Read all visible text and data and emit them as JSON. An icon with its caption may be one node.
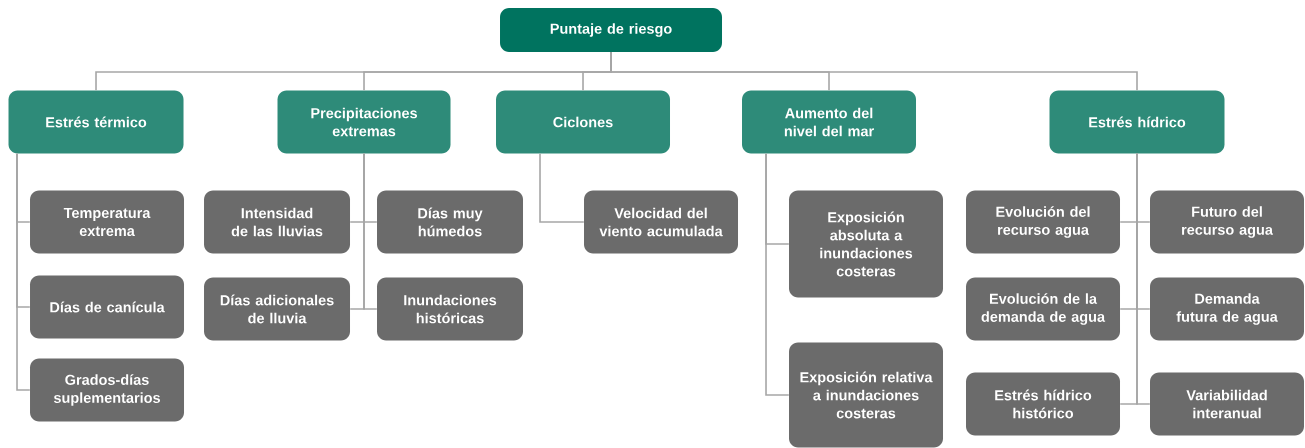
{
  "diagram": {
    "nodes": [
      {
        "text": [
          "Puntaje de riesgo"
        ]
      },
      {
        "text": [
          "Estrés térmico"
        ]
      },
      {
        "text": [
          "Precipitaciones extremas"
        ]
      },
      {
        "text": [
          "Ciclones"
        ]
      },
      {
        "text": [
          "Aumento del nivel del mar"
        ]
      },
      {
        "text": [
          "Estrés hídrico"
        ]
      },
      {
        "text": [
          "Temperatura extrema"
        ]
      },
      {
        "text": [
          "Días de canícula"
        ]
      },
      {
        "text": [
          "Grados-días suplementarios"
        ]
      },
      {
        "text": [
          "Intensidad de las lluvias"
        ]
      },
      {
        "text": [
          "Días muy húmedos"
        ]
      },
      {
        "text": [
          "Días adicionales de lluvia"
        ]
      },
      {
        "text": [
          "Inundaciones históricas"
        ]
      },
      {
        "text": [
          "Velocidad del viento acumulada"
        ]
      },
      {
        "text": [
          "Exposición absoluta a inundaciones costeras"
        ]
      },
      {
        "text": [
          "Exposición relativa a inundaciones costeras"
        ]
      },
      {
        "text": [
          "Evolución del recurso agua"
        ]
      },
      {
        "text": [
          "Futuro del recurso agua"
        ]
      },
      {
        "text": [
          "Evolución de la demanda de agua"
        ]
      },
      {
        "text": [
          "Demanda futura de agua"
        ]
      },
      {
        "text": [
          "Estrés hídrico histórico"
        ]
      },
      {
        "text": [
          "Variabilidad interanual"
        ]
      }
    ],
    "edges": [
      {
        "from": 0,
        "to": 1,
        "arrow": "none"
      },
      {
        "from": 0,
        "to": 2,
        "arrow": "none"
      },
      {
        "from": 0,
        "to": 3,
        "arrow": "none"
      },
      {
        "from": 0,
        "to": 4,
        "arrow": "none"
      },
      {
        "from": 0,
        "to": 5,
        "arrow": "none"
      },
      {
        "from": 1,
        "to": 6,
        "arrow": "none"
      },
      {
        "from": 1,
        "to": 7,
        "arrow": "none"
      },
      {
        "from": 1,
        "to": 8,
        "arrow": "none"
      },
      {
        "from": 2,
        "to": 9,
        "arrow": "none"
      },
      {
        "from": 2,
        "to": 10,
        "arrow": "none"
      },
      {
        "from": 2,
        "to": 11,
        "arrow": "none"
      },
      {
        "from": 2,
        "to": 12,
        "arrow": "none"
      },
      {
        "from": 3,
        "to": 13,
        "arrow": "none"
      },
      {
        "from": 4,
        "to": 14,
        "arrow": "none"
      },
      {
        "from": 4,
        "to": 15,
        "arrow": "none"
      },
      {
        "from": 5,
        "to": 16,
        "arrow": "none"
      },
      {
        "from": 5,
        "to": 17,
        "arrow": "none"
      },
      {
        "from": 5,
        "to": 18,
        "arrow": "none"
      },
      {
        "from": 5,
        "to": 19,
        "arrow": "none"
      },
      {
        "from": 5,
        "to": 20,
        "arrow": "none"
      },
      {
        "from": 5,
        "to": 21,
        "arrow": "none"
      }
    ]
  }
}
